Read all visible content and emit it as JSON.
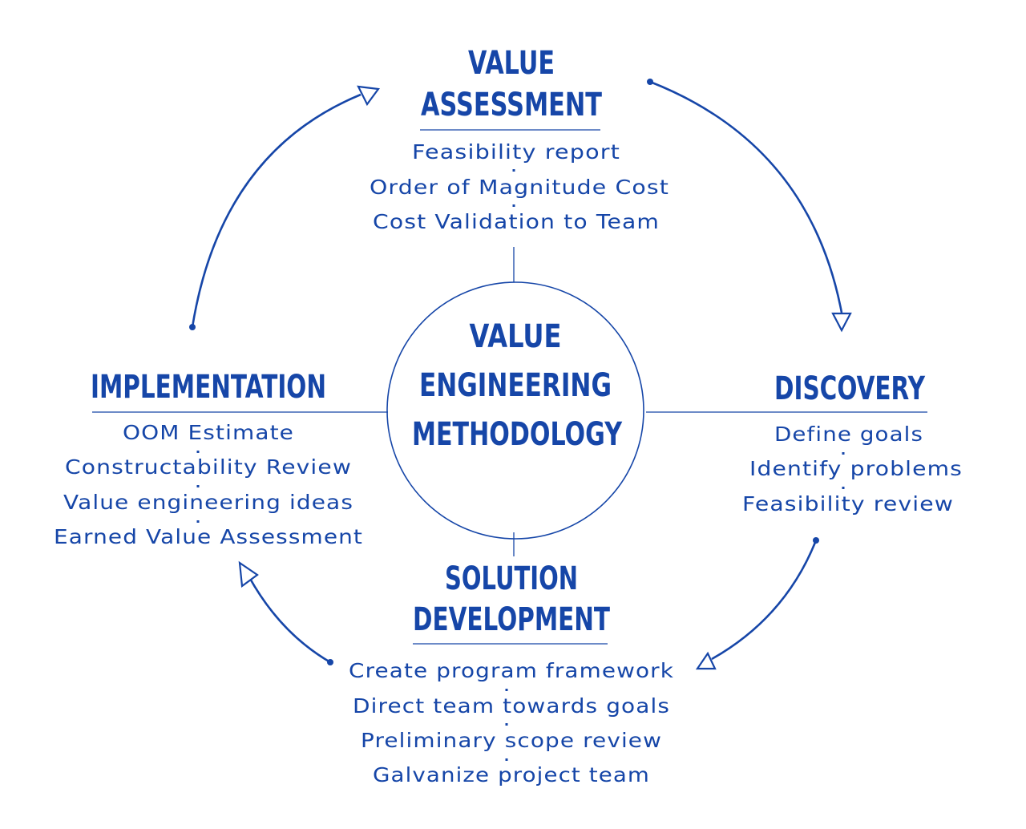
{
  "center": {
    "lines": [
      "VALUE",
      "ENGINEERING",
      "METHODOLOGY"
    ]
  },
  "stages": {
    "value_assessment": {
      "title": [
        "VALUE",
        "ASSESSMENT"
      ],
      "items": [
        "Feasibility report",
        "Order of Magnitude Cost",
        "Cost Validation to Team"
      ]
    },
    "discovery": {
      "title": [
        "DISCOVERY"
      ],
      "items": [
        "Define goals",
        "Identify problems",
        "Feasibility review"
      ]
    },
    "solution_development": {
      "title": [
        "SOLUTION",
        "DEVELOPMENT"
      ],
      "items": [
        "Create program framework",
        "Direct team towards goals",
        "Preliminary scope review",
        "Galvanize project team"
      ]
    },
    "implementation": {
      "title": [
        "IMPLEMENTATION"
      ],
      "items": [
        "OOM Estimate",
        "Constructability Review",
        "Value engineering ideas",
        "Earned Value Assessment"
      ]
    }
  },
  "colors": {
    "accent": "#1646a8",
    "background": "#ffffff"
  },
  "icons": [
    "open-triangle-arrowhead-icon",
    "dot-endpoint-icon"
  ]
}
